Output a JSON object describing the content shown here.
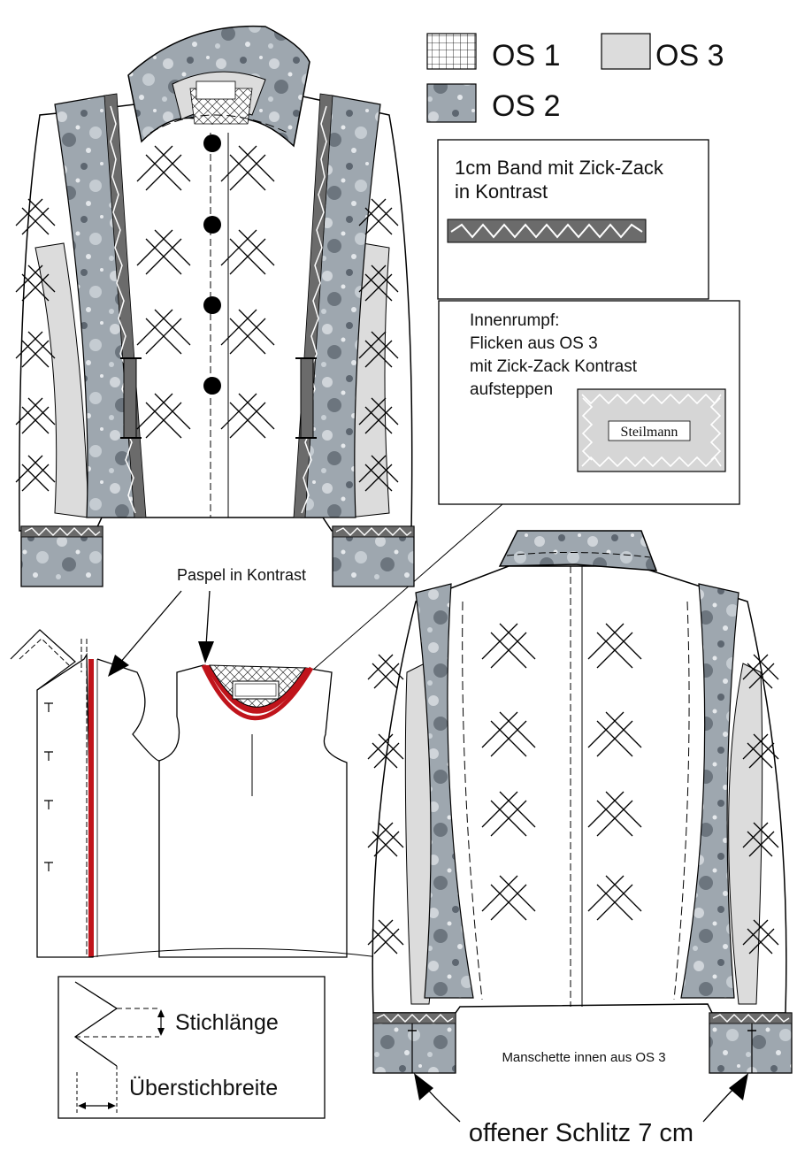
{
  "legend": [
    {
      "code": "OS 1",
      "pattern": "grid-pattern"
    },
    {
      "code": "OS 2",
      "pattern": "dots-pattern"
    },
    {
      "code": "OS 3",
      "pattern": "plain-light-grey"
    }
  ],
  "band_box": {
    "line1": "1cm Band mit Zick-Zack",
    "line2": "in Kontrast"
  },
  "patch_box": {
    "line1": "Innenrumpf:",
    "line2": "Flicken aus OS 3",
    "line3": "mit Zick-Zack Kontrast",
    "line4": "aufsteppen",
    "label_text": "Steilmann"
  },
  "piping_label": "Paspel in Kontrast",
  "stitch_box": {
    "length_label": "Stichlänge",
    "width_label": "Überstichbreite"
  },
  "cuff_label": "Manschette innen aus OS 3",
  "slit_label": "offener Schlitz 7 cm",
  "colors": {
    "os2_grey": "#9ea7af",
    "os3_grey": "#dcdcdc",
    "band_grey": "#6b6b6b",
    "piping_red": "#c0141b",
    "dot_dark": "#5d6670",
    "dot_light": "#d0d5da"
  }
}
